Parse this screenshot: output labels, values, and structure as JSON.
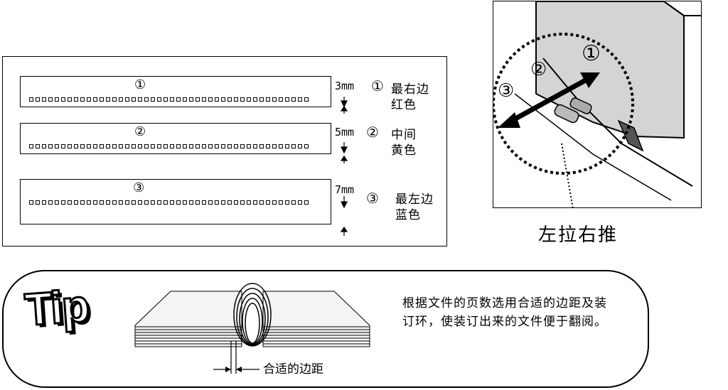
{
  "margin_options": [
    {
      "marker": "①",
      "strip_marker": "①",
      "margin": "3mm",
      "position": "最右边",
      "color": "红色"
    },
    {
      "marker": "②",
      "strip_marker": "②",
      "margin": "5mm",
      "position": "中间",
      "color": "黄色"
    },
    {
      "marker": "③",
      "strip_marker": "③",
      "margin": "7mm",
      "position": "最左边",
      "color": "蓝色"
    }
  ],
  "photo": {
    "markers": [
      "①",
      "②",
      "③"
    ],
    "caption": "左拉右推"
  },
  "tip": {
    "badge": "Tip",
    "text": "根据文件的页数选用合适的边距及装订环，使装订出来的文件便于翻阅。",
    "margin_caption": "合适的边距"
  }
}
